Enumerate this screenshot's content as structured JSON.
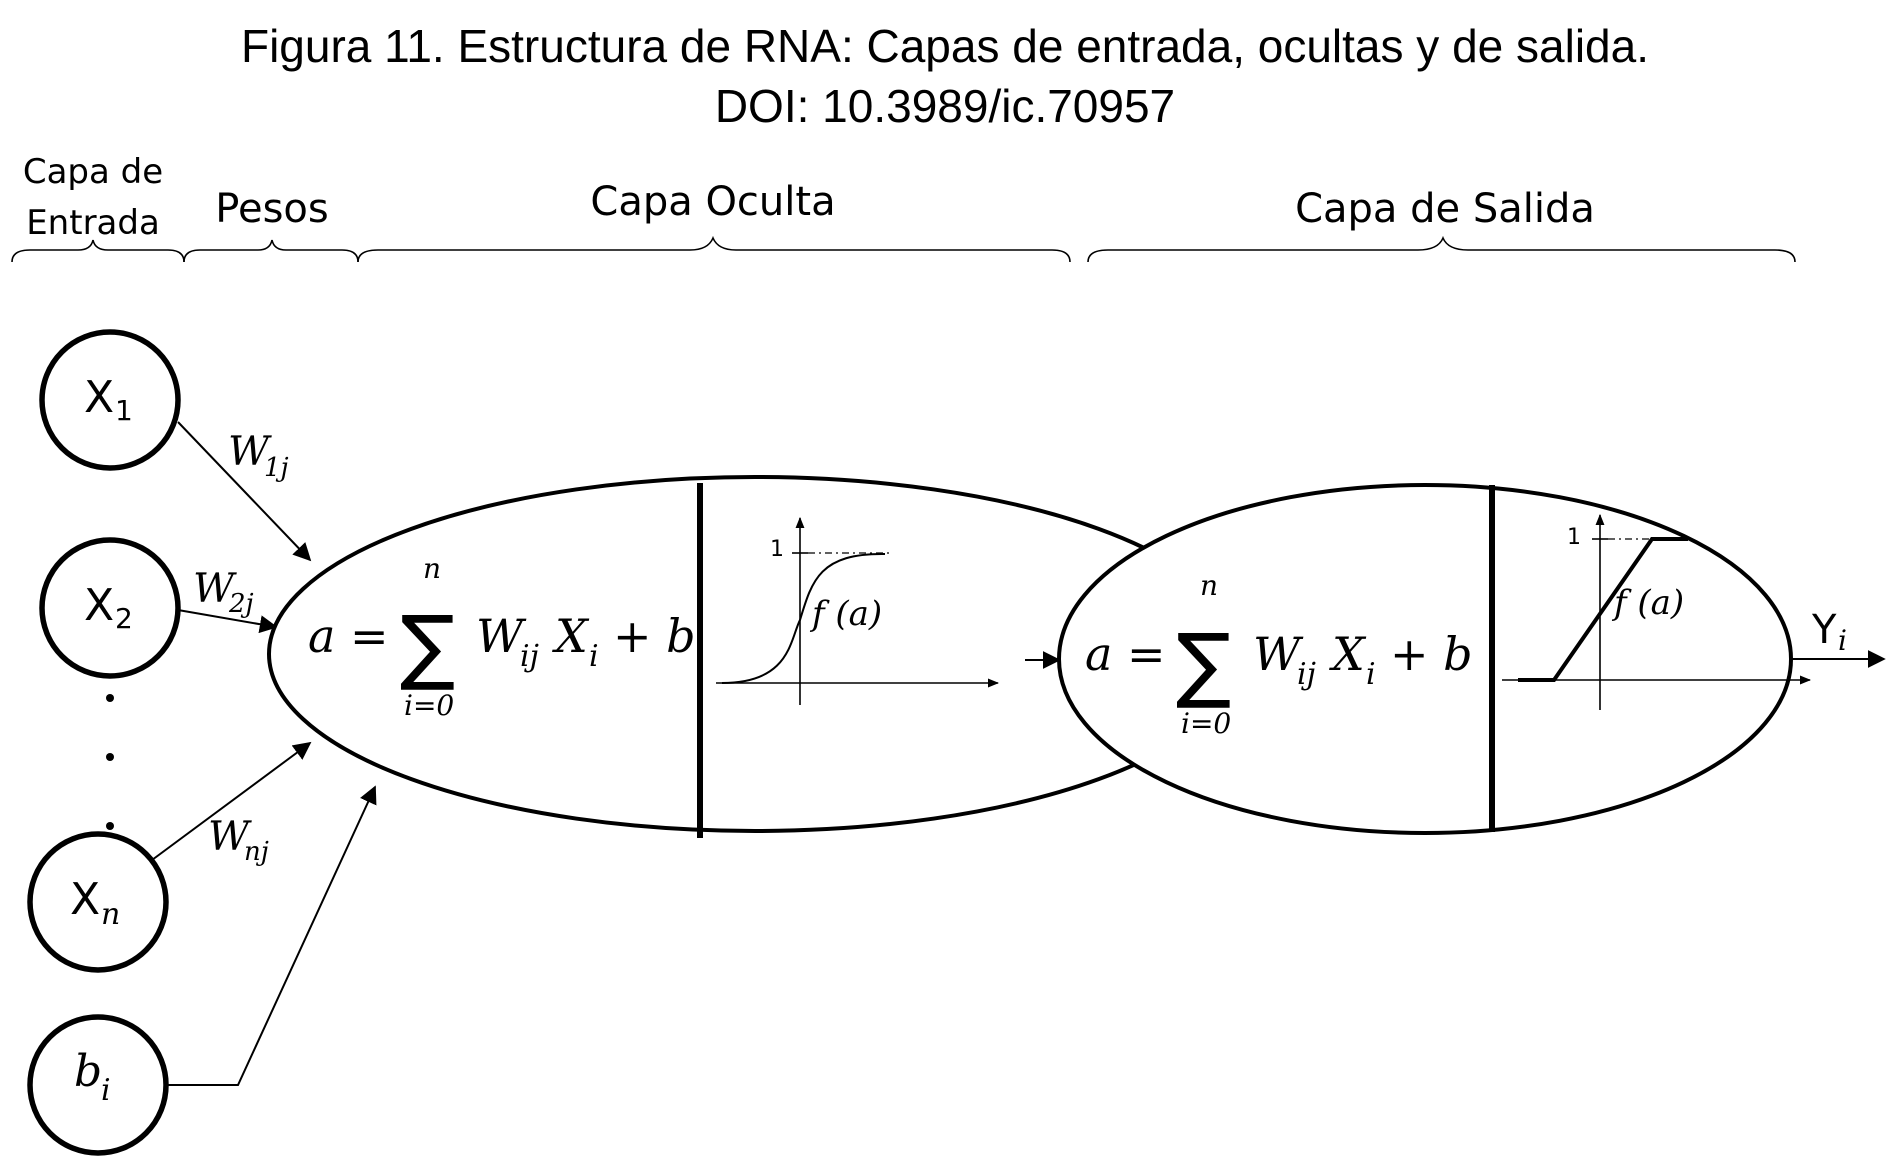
{
  "figure": {
    "title": "Figura 11. Estructura de RNA: Capas de entrada, ocultas y de salida.",
    "doi": "DOI: 10.3989/ic.70957"
  },
  "sections": {
    "input_layer": {
      "line1": "Capa de",
      "line2": "Entrada"
    },
    "weights": "Pesos",
    "hidden_layer": "Capa Oculta",
    "output_layer": "Capa de Salida"
  },
  "inputs": {
    "x1": {
      "base": "X",
      "sub": "1"
    },
    "x2": {
      "base": "X",
      "sub": "2"
    },
    "xn": {
      "base": "X",
      "sub": "n"
    },
    "bias": {
      "base": "b",
      "sub": "i"
    }
  },
  "weights": {
    "w1": {
      "base": "W",
      "sub": "1j"
    },
    "w2": {
      "base": "W",
      "sub": "2j"
    },
    "wn": {
      "base": "W",
      "sub": "nj"
    }
  },
  "neuron": {
    "lhs": "a =",
    "sigma": "∑",
    "upper_limit": "n",
    "lower_limit": "i=0",
    "w_base": "W",
    "w_sub": "ij",
    "x_base": "X",
    "x_sub": "i",
    "bias_term": "+ b"
  },
  "activation": {
    "label": "f (a)",
    "max_tick": "1"
  },
  "output": {
    "base": "Y",
    "sub": "i"
  }
}
